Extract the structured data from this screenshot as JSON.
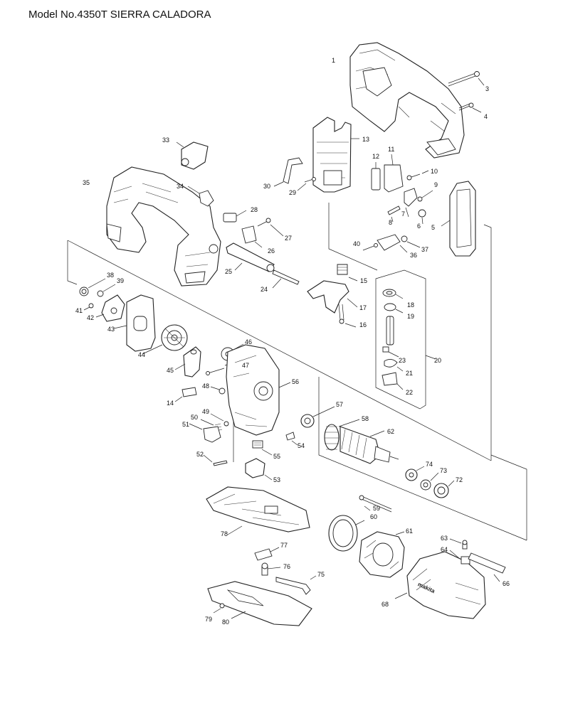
{
  "header": {
    "title": "Model No.4350T SIERRA CALADORA"
  },
  "diagram": {
    "labels": [
      {
        "id": "1",
        "text": "1"
      },
      {
        "id": "3",
        "text": "3"
      },
      {
        "id": "4",
        "text": "4"
      },
      {
        "id": "5",
        "text": "5"
      },
      {
        "id": "6",
        "text": "6"
      },
      {
        "id": "7",
        "text": "7"
      },
      {
        "id": "8",
        "text": "8"
      },
      {
        "id": "9",
        "text": "9"
      },
      {
        "id": "10",
        "text": "10"
      },
      {
        "id": "11",
        "text": "11"
      },
      {
        "id": "12",
        "text": "12"
      },
      {
        "id": "13",
        "text": "13"
      },
      {
        "id": "14",
        "text": "14"
      },
      {
        "id": "15",
        "text": "15"
      },
      {
        "id": "16",
        "text": "16"
      },
      {
        "id": "17",
        "text": "17"
      },
      {
        "id": "18",
        "text": "18"
      },
      {
        "id": "19",
        "text": "19"
      },
      {
        "id": "20",
        "text": "20"
      },
      {
        "id": "21",
        "text": "21"
      },
      {
        "id": "22",
        "text": "22"
      },
      {
        "id": "23",
        "text": "23"
      },
      {
        "id": "24",
        "text": "24"
      },
      {
        "id": "25",
        "text": "25"
      },
      {
        "id": "26",
        "text": "26"
      },
      {
        "id": "27",
        "text": "27"
      },
      {
        "id": "28",
        "text": "28"
      },
      {
        "id": "29",
        "text": "29"
      },
      {
        "id": "30",
        "text": "30"
      },
      {
        "id": "33",
        "text": "33"
      },
      {
        "id": "34",
        "text": "34"
      },
      {
        "id": "35",
        "text": "35"
      },
      {
        "id": "36",
        "text": "36"
      },
      {
        "id": "37",
        "text": "37"
      },
      {
        "id": "38",
        "text": "38"
      },
      {
        "id": "39",
        "text": "39"
      },
      {
        "id": "40",
        "text": "40"
      },
      {
        "id": "41",
        "text": "41"
      },
      {
        "id": "42",
        "text": "42"
      },
      {
        "id": "43",
        "text": "43"
      },
      {
        "id": "44",
        "text": "44"
      },
      {
        "id": "45",
        "text": "45"
      },
      {
        "id": "46",
        "text": "46"
      },
      {
        "id": "47",
        "text": "47"
      },
      {
        "id": "48",
        "text": "48"
      },
      {
        "id": "49",
        "text": "49"
      },
      {
        "id": "50",
        "text": "50"
      },
      {
        "id": "51",
        "text": "51"
      },
      {
        "id": "52",
        "text": "52"
      },
      {
        "id": "53",
        "text": "53"
      },
      {
        "id": "54",
        "text": "54"
      },
      {
        "id": "55",
        "text": "55"
      },
      {
        "id": "56",
        "text": "56"
      },
      {
        "id": "57",
        "text": "57"
      },
      {
        "id": "58",
        "text": "58"
      },
      {
        "id": "59",
        "text": "59"
      },
      {
        "id": "60",
        "text": "60"
      },
      {
        "id": "61",
        "text": "61"
      },
      {
        "id": "62",
        "text": "62"
      },
      {
        "id": "63",
        "text": "63"
      },
      {
        "id": "64",
        "text": "64"
      },
      {
        "id": "66",
        "text": "66"
      },
      {
        "id": "68",
        "text": "68"
      },
      {
        "id": "72",
        "text": "72"
      },
      {
        "id": "73",
        "text": "73"
      },
      {
        "id": "74",
        "text": "74"
      },
      {
        "id": "75",
        "text": "75"
      },
      {
        "id": "76",
        "text": "76"
      },
      {
        "id": "77",
        "text": "77"
      },
      {
        "id": "78",
        "text": "78"
      },
      {
        "id": "79",
        "text": "79"
      },
      {
        "id": "80",
        "text": "80"
      }
    ]
  }
}
